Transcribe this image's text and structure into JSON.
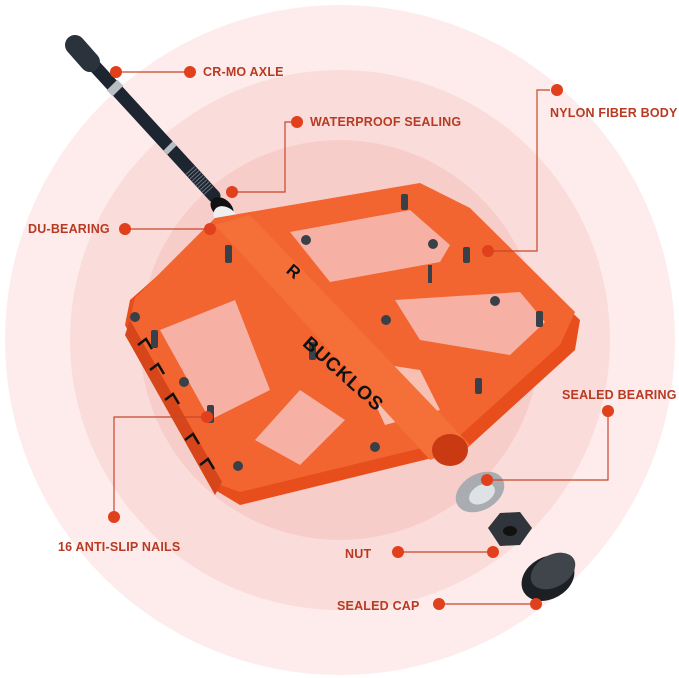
{
  "colors": {
    "accent": "#e0401c",
    "label_text": "#b83a22",
    "pedal_orange": "#f05a28",
    "ring_outer": "#fdeceb",
    "ring_2": "#fadcda",
    "ring_3": "#f7cdca",
    "ring_inner": "#f4c0bc"
  },
  "pedal": {
    "side_mark": "R",
    "brand": "BUCKLOS"
  },
  "callouts": [
    {
      "id": "cr-mo-axle",
      "label": "CR-MO AXLE"
    },
    {
      "id": "waterproof-sealing",
      "label": "WATERPROOF SEALING"
    },
    {
      "id": "nylon-fiber-body",
      "label": "NYLON FIBER BODY"
    },
    {
      "id": "du-bearing",
      "label": "DU-BEARING"
    },
    {
      "id": "sealed-bearing",
      "label": "SEALED BEARING"
    },
    {
      "id": "anti-slip-nails",
      "label": "16 ANTI-SLIP NAILS"
    },
    {
      "id": "nut",
      "label": "NUT"
    },
    {
      "id": "sealed-cap",
      "label": "SEALED CAP"
    }
  ]
}
